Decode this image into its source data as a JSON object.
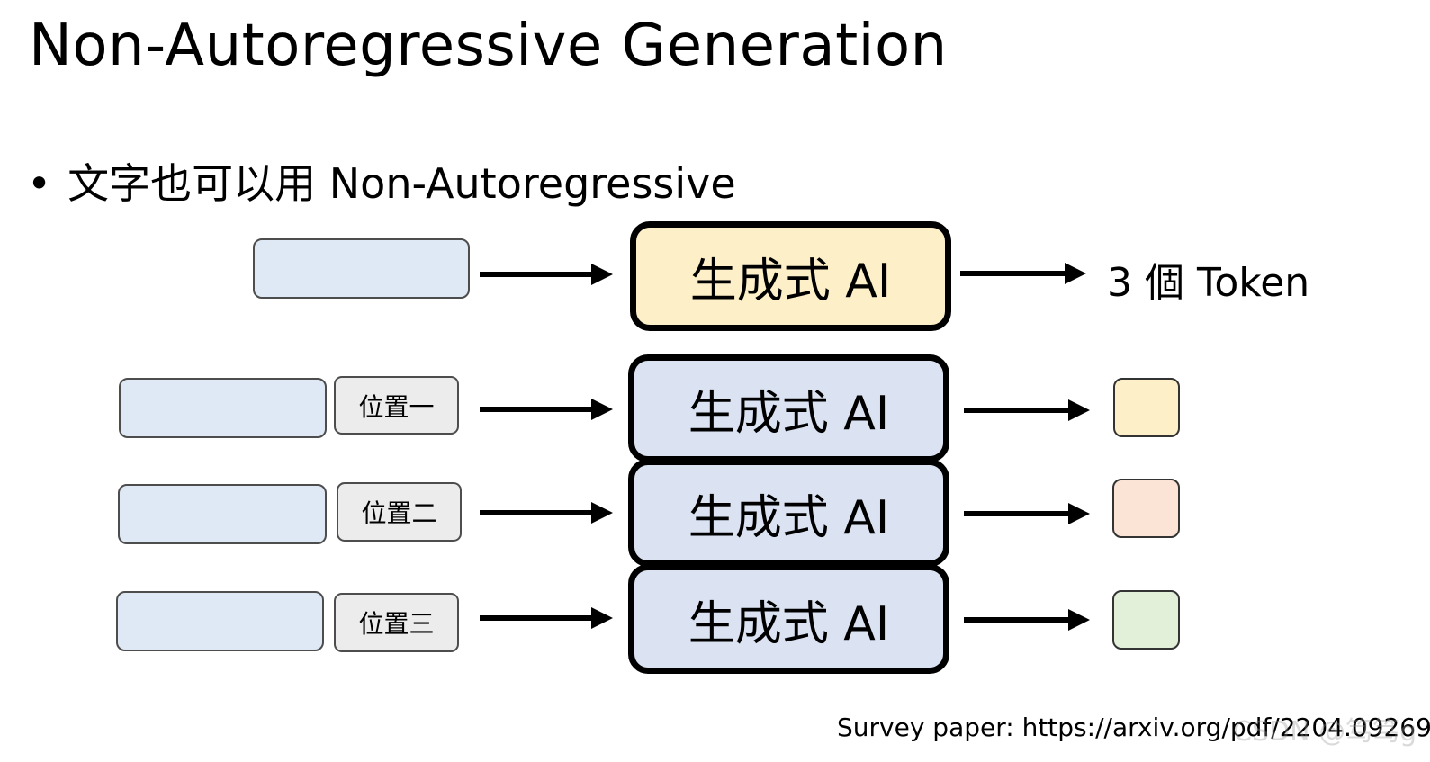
{
  "title": "Non-Autoregressive Generation",
  "bullet": {
    "dot": "•",
    "text": "文字也可以用 Non-Autoregressive"
  },
  "top_row": {
    "model_label": "生成式 AI",
    "output_label": "3 個 Token"
  },
  "rows": [
    {
      "position_label": "位置一",
      "model_label": "生成式 AI",
      "output_color": "#fdf0c8"
    },
    {
      "position_label": "位置二",
      "model_label": "生成式 AI",
      "output_color": "#fbe3d6"
    },
    {
      "position_label": "位置三",
      "model_label": "生成式 AI",
      "output_color": "#e2efd9"
    }
  ],
  "colors": {
    "input_fill": "#dee9f5",
    "model_top_fill": "#fdf0c8",
    "model_fill": "#dbe3f3",
    "position_fill": "#ececec"
  },
  "footer": "Survey paper: https://arxiv.org/pdf/2204.09269",
  "watermark": "CSDN @笃笃g"
}
